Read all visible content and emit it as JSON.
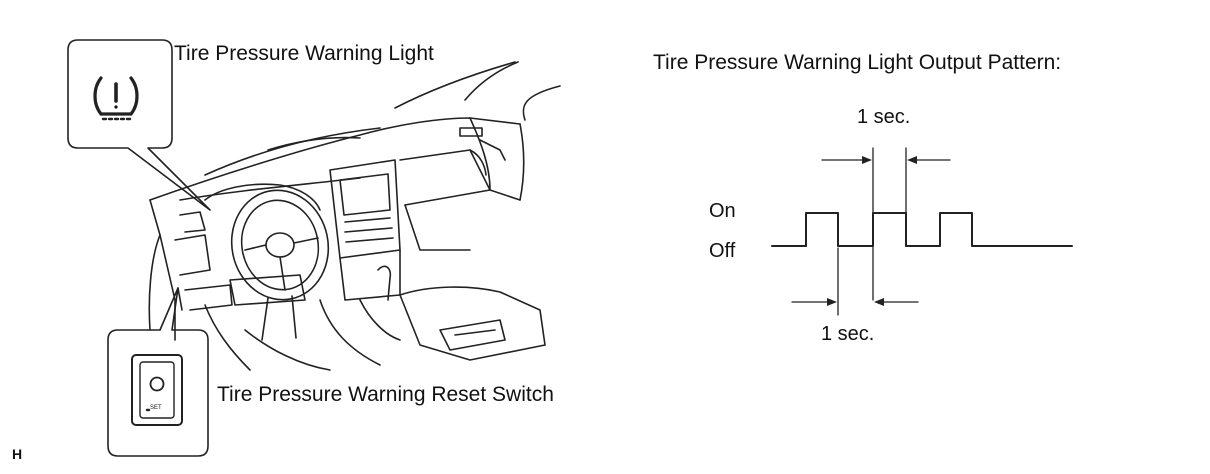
{
  "illustration": {
    "warning_light_label": "Tire Pressure Warning Light",
    "reset_switch_label": "Tire Pressure Warning Reset Switch",
    "warning_icon": "tire-pressure-warning-icon",
    "switch_icon": "reset-switch-icon",
    "switch_small_text": "SET"
  },
  "pattern": {
    "title": "Tire Pressure Warning Light Output Pattern:",
    "on_label": "On",
    "off_label": "Off",
    "top_interval_label": "1 sec.",
    "bottom_interval_label": "1 sec."
  },
  "corner_code": "H"
}
